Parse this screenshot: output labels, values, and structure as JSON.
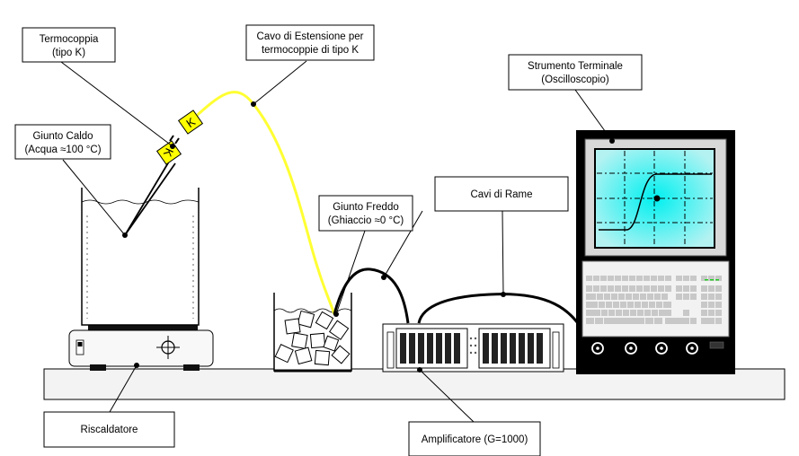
{
  "labels": {
    "thermocouple": [
      "Termocoppia",
      "(tipo K)"
    ],
    "extension_cable": [
      "Cavo di Estensione per",
      "termocoppie di tipo K"
    ],
    "terminal": [
      "Strumento Terminale",
      "(Oscilloscopio)"
    ],
    "hot_junction": [
      "Giunto Caldo",
      "(Acqua ≈100 °C)"
    ],
    "cold_junction": [
      "Giunto Freddo",
      "(Ghiaccio ≈0 °C)"
    ],
    "copper_cables": "Cavi di Rame",
    "heater": "Riscaldatore",
    "amplifier": "Amplificatore (G=1000)",
    "connector_letter": "K"
  },
  "colors": {
    "yellow_cable": "#ffff33",
    "connector": "#ffff00",
    "screen": "#aaf4f4",
    "black": "#000000",
    "key_gray": "#c8c8c8",
    "green_led": "#22cc22"
  }
}
